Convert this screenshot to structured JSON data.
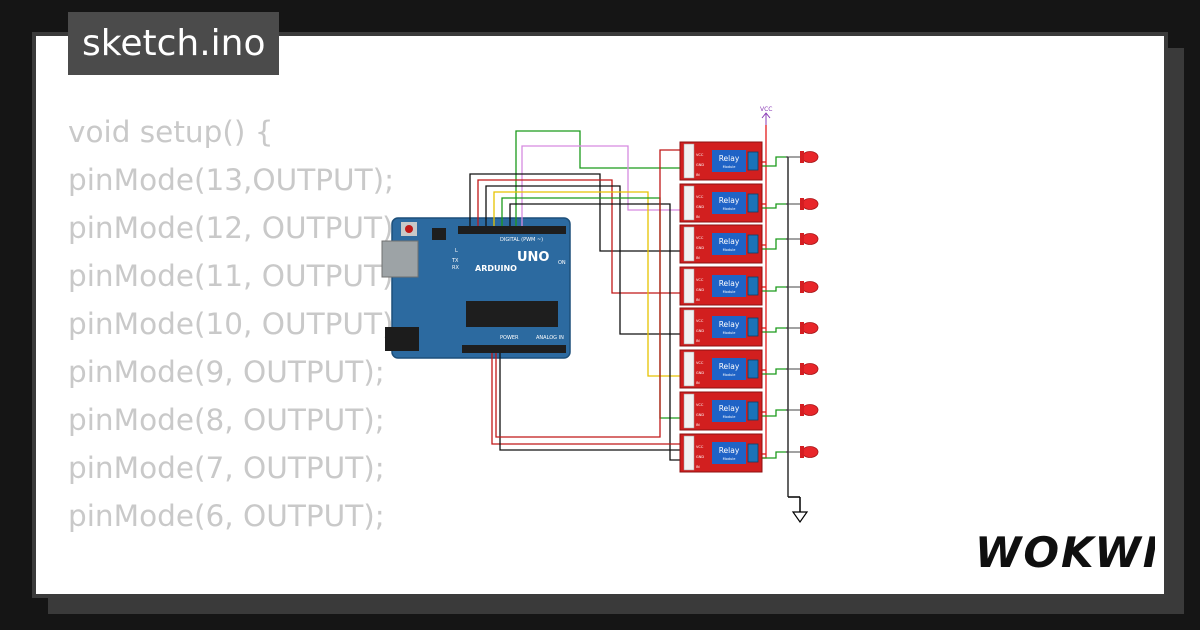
{
  "tab": {
    "title": "sketch.ino"
  },
  "code_lines": [
    "void setup() {",
    "pinMode(13,OUTPUT);",
    "pinMode(12, OUTPUT);",
    "pinMode(11, OUTPUT);",
    "pinMode(10, OUTPUT);",
    "pinMode(9, OUTPUT);",
    "pinMode(8, OUTPUT);",
    "pinMode(7, OUTPUT);",
    "pinMode(6, OUTPUT);",
    "",
    "}"
  ],
  "circuit": {
    "vcc_label": "VCC",
    "arduino": {
      "brand": "ARDUINO",
      "model": "UNO",
      "digital_label": "DIGITAL (PWM ~)",
      "power_label": "POWER",
      "analog_label": "ANALOG IN",
      "tx_label": "TX",
      "rx_label": "RX",
      "on_label": "ON",
      "l_label": "L"
    },
    "relay_label": "Relay",
    "relay_sub": "Module",
    "relay_count": 8,
    "pin_labels": [
      "VCC",
      "GND",
      "IN"
    ]
  },
  "brand": {
    "logo": "WOKWI"
  },
  "colors": {
    "background": "#151515",
    "card": "#ffffff",
    "code_text": "#c9c9c9",
    "tab_bg": "#4b4b4b",
    "relay_board": "#d21f1f",
    "relay_cube": "#1f63c6",
    "arduino_board": "#2c6aa0"
  }
}
